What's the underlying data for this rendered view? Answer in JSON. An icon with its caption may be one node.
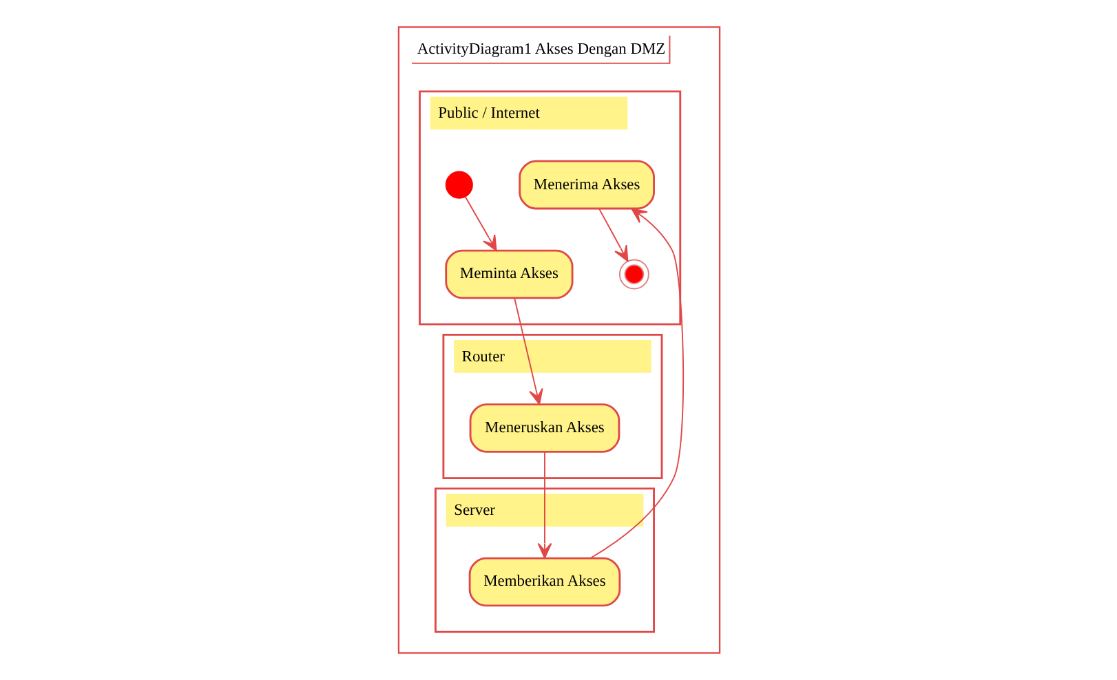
{
  "diagram": {
    "nodes": [
      {
        "text": [
          "ActivityDiagram1 Akses Dengan DMZ"
        ]
      },
      {
        "text": [
          "Public / Internet"
        ],
        "in": 0
      },
      {
        "text": [
          "Router"
        ],
        "in": 0
      },
      {
        "text": [
          "Server"
        ],
        "in": 0
      },
      {
        "text": [],
        "shape": "circle",
        "in": 1
      },
      {
        "text": [
          "Meminta Akses"
        ],
        "in": 1
      },
      {
        "text": [
          "Menerima Akses"
        ],
        "in": 1
      },
      {
        "text": [],
        "shape": "circle",
        "in": 1
      },
      {
        "text": [
          "Meneruskan Akses"
        ],
        "in": 2
      },
      {
        "text": [
          "Memberikan Akses"
        ],
        "in": 3
      }
    ],
    "edges": [
      {
        "from": 4,
        "to": 5,
        "arrow": "to"
      },
      {
        "from": 5,
        "to": 8,
        "arrow": "to"
      },
      {
        "from": 8,
        "to": 9,
        "arrow": "to"
      },
      {
        "from": 9,
        "to": 6,
        "arrow": "to"
      },
      {
        "from": 6,
        "to": 7,
        "arrow": "to"
      }
    ]
  }
}
